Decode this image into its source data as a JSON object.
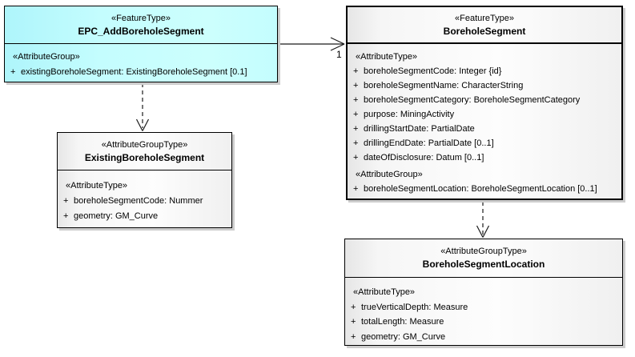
{
  "classes": {
    "epc": {
      "stereotype": "«FeatureType»",
      "name": "EPC_AddBoreholeSegment",
      "sections": [
        {
          "label": "«AttributeGroup»",
          "attrs": [
            {
              "vis": "+",
              "text": "existingBoreholeSegment: ExistingBoreholeSegment [0.1]"
            }
          ]
        }
      ]
    },
    "borehole_segment": {
      "stereotype": "«FeatureType»",
      "name": "BoreholeSegment",
      "sections": [
        {
          "label": "«AttributeType»",
          "attrs": [
            {
              "vis": "+",
              "text": "boreholeSegmentCode: Integer {id}"
            },
            {
              "vis": "+",
              "text": "boreholeSegmentName: CharacterString"
            },
            {
              "vis": "+",
              "text": "boreholeSegmentCategory: BoreholeSegmentCategory"
            },
            {
              "vis": "+",
              "text": "purpose: MiningActivity"
            },
            {
              "vis": "+",
              "text": "drillingStartDate: PartialDate"
            },
            {
              "vis": "+",
              "text": "drillingEndDate: PartialDate [0..1]"
            },
            {
              "vis": "+",
              "text": "dateOfDisclosure: Datum [0..1]"
            }
          ]
        },
        {
          "label": "«AttributeGroup»",
          "attrs": [
            {
              "vis": "+",
              "text": "boreholeSegmentLocation: BoreholeSegmentLocation [0..1]"
            }
          ]
        }
      ]
    },
    "existing_borehole_segment": {
      "stereotype": "«AttributeGroupType»",
      "name": "ExistingBoreholeSegment",
      "sections": [
        {
          "label": "«AttributeType»",
          "attrs": [
            {
              "vis": "+",
              "text": "boreholeSegmentCode: Nummer"
            },
            {
              "vis": "+",
              "text": "geometry: GM_Curve"
            }
          ]
        }
      ]
    },
    "borehole_segment_location": {
      "stereotype": "«AttributeGroupType»",
      "name": "BoreholeSegmentLocation",
      "sections": [
        {
          "label": "«AttributeType»",
          "attrs": [
            {
              "vis": "+",
              "text": "trueVerticalDepth: Measure"
            },
            {
              "vis": "+",
              "text": "totalLength: Measure"
            },
            {
              "vis": "+",
              "text": "geometry: GM_Curve"
            }
          ]
        }
      ]
    }
  },
  "connectors": {
    "association": {
      "target_multiplicity": "1"
    }
  },
  "colors": {
    "feature_type_fill": "#c4fdfe",
    "feature_type_fill_edge": "#aef5fb",
    "neutral_fill": "#fdfdfd",
    "neutral_fill_edge": "#e6e6e6",
    "border": "#000000",
    "shadow": "#cdcdcd",
    "text": "#000000"
  }
}
